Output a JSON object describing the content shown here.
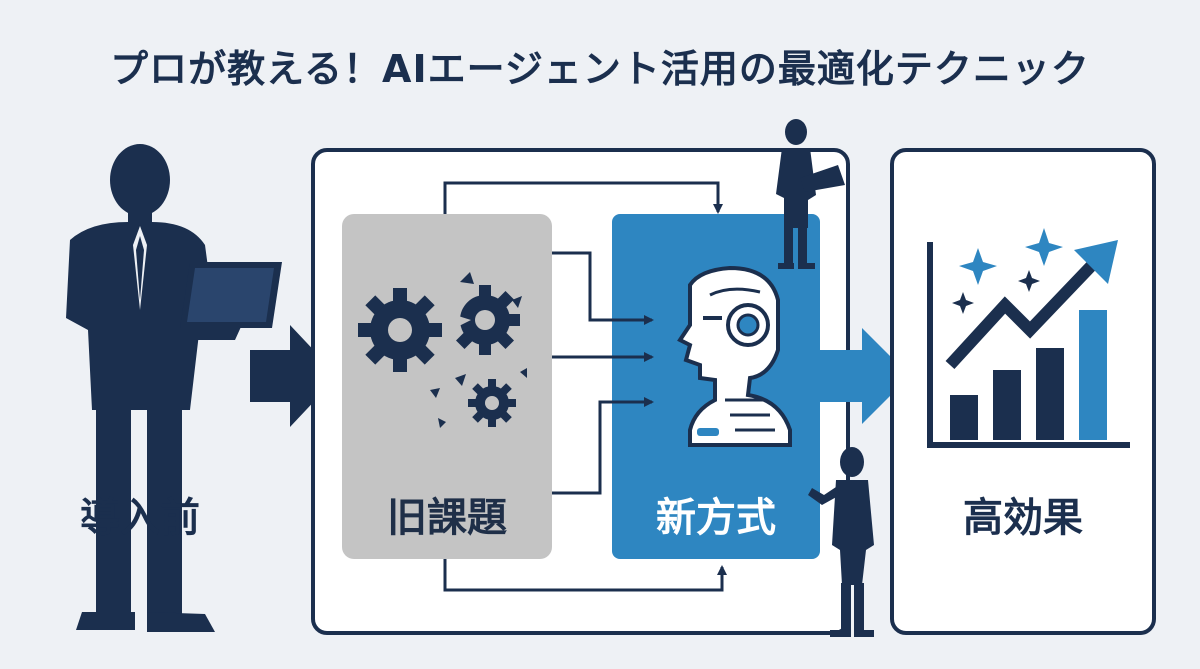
{
  "title": "プロが教える！AIエージェント活用の最適化テクニック",
  "stages": {
    "before": "導入前",
    "old": "旧課題",
    "new": "新方式",
    "result": "高効果"
  },
  "colors": {
    "navy": "#1b2f4e",
    "blue": "#2e86c1",
    "gray": "#c4c4c4",
    "background": "#eef1f5"
  },
  "icons": [
    "businessman-laptop-icon",
    "arrow-right-icon",
    "broken-gears-icon",
    "ai-robot-head-icon",
    "growth-chart-icon",
    "sparkle-icon",
    "presenter-icon"
  ]
}
